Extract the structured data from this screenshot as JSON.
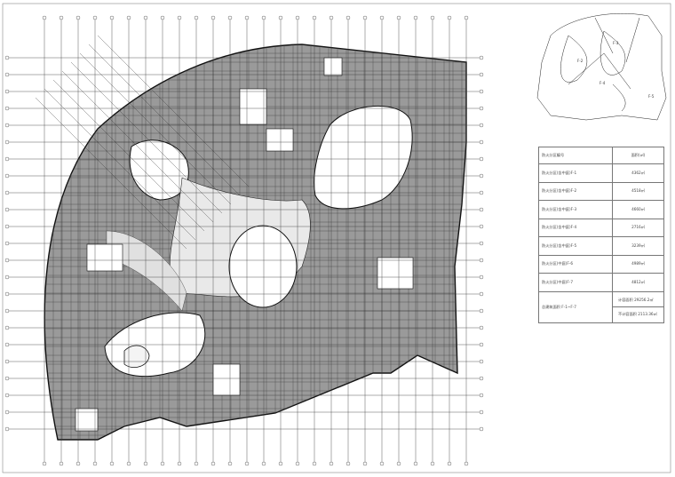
{
  "key_plan": {
    "zone_labels": [
      "F-2",
      "F-3",
      "F-4",
      "F-5"
    ]
  },
  "area_table": {
    "header": {
      "col1": "防火分区编号",
      "col2": "面积(㎡)"
    },
    "rows": [
      {
        "zone": "防火分区(含中庭)F-1",
        "area": "4362㎡"
      },
      {
        "zone": "防火分区(含中庭)F-2",
        "area": "4518㎡"
      },
      {
        "zone": "防火分区(含中庭)F-3",
        "area": "4660㎡"
      },
      {
        "zone": "防火分区(含中庭)F-4",
        "area": "2716㎡"
      },
      {
        "zone": "防火分区(含中庭)F-5",
        "area": "3239㎡"
      },
      {
        "zone": "防火分区(中庭)F-6",
        "area": "4989㎡"
      },
      {
        "zone": "防火分区(中庭)F-7",
        "area": "4812㎡"
      }
    ],
    "total": {
      "label": "总建筑面积 F-1~F-7",
      "values": [
        "计容面积 29256.2㎡",
        "不计容面积 2113.36㎡"
      ]
    }
  },
  "colors": {
    "fill": "#9a9a9a",
    "line": "#1a1a1a",
    "grid": "#3a3a3a",
    "atrium": "#ffffff"
  }
}
